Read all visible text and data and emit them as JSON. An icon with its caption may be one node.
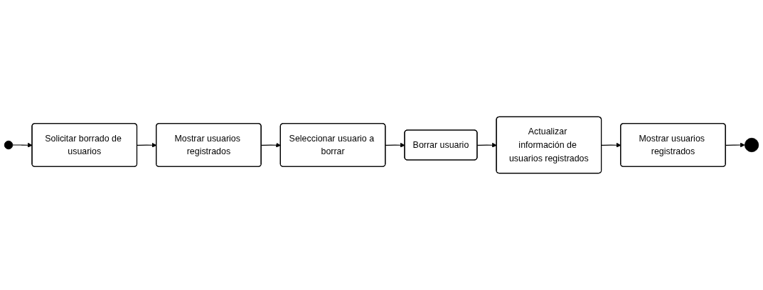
{
  "diagram": {
    "nodes": [
      {
        "text": [],
        "shape": "circle"
      },
      {
        "text": [
          "Solicitar borrado de usuarios"
        ]
      },
      {
        "text": [
          "Mostrar usuarios registrados"
        ]
      },
      {
        "text": [
          "Seleccionar usuario a borrar"
        ]
      },
      {
        "text": [
          "Borrar usuario"
        ]
      },
      {
        "text": [
          "Actualizar información de usuarios registrados"
        ]
      },
      {
        "text": [
          "Mostrar usuarios registrados"
        ]
      },
      {
        "text": [],
        "shape": "circle"
      }
    ],
    "edges": [
      {
        "from": 0,
        "to": 1,
        "arrow": "to"
      },
      {
        "from": 1,
        "to": 2,
        "arrow": "to"
      },
      {
        "from": 2,
        "to": 3,
        "arrow": "to"
      },
      {
        "from": 3,
        "to": 4,
        "arrow": "to"
      },
      {
        "from": 4,
        "to": 5,
        "arrow": "to"
      },
      {
        "from": 5,
        "to": 6,
        "arrow": "to"
      },
      {
        "from": 6,
        "to": 7,
        "arrow": "to"
      }
    ]
  }
}
